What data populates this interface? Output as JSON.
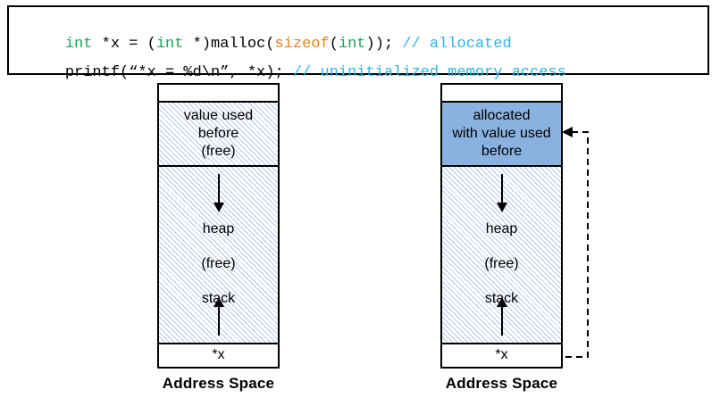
{
  "code": {
    "line1": {
      "segments": [
        {
          "text": "int",
          "style": "keyword"
        },
        {
          "text": " *x = (",
          "style": "plain"
        },
        {
          "text": "int",
          "style": "keyword"
        },
        {
          "text": " *)malloc(",
          "style": "plain"
        },
        {
          "text": "sizeof",
          "style": "func"
        },
        {
          "text": "(",
          "style": "plain"
        },
        {
          "text": "int",
          "style": "keyword"
        },
        {
          "text": "));",
          "style": "plain"
        },
        {
          "text": " // allocated",
          "style": "comment"
        }
      ],
      "plain_text": "int *x = (int *)malloc(sizeof(int)); // allocated"
    },
    "line2": {
      "segments": [
        {
          "text": "printf(“*x = %d\\n”, *x);",
          "style": "plain"
        },
        {
          "text": " // uninitialized memory access",
          "style": "comment"
        }
      ],
      "plain_text": "printf(“*x = %d\\n”, *x); // uninitialized memory access"
    }
  },
  "colors": {
    "keyword": "#18a558",
    "function": "#e8821a",
    "comment": "#2bb3e8",
    "plain": "#000000",
    "allocated_block": "#8ab2e0",
    "hatch_line": "#b9c4ec",
    "border": "#000000",
    "background": "#ffffff"
  },
  "diagrams": [
    {
      "id": "before",
      "caption": "Address Space",
      "cells": [
        {
          "name": "top-empty",
          "fill": "white",
          "lines": []
        },
        {
          "name": "freed-region",
          "fill": "hatched",
          "lines": [
            "value used",
            "before",
            "(free)"
          ]
        },
        {
          "name": "heap-stack-region",
          "fill": "hatched",
          "lines": [
            "heap",
            "(free)",
            "stack"
          ]
        },
        {
          "name": "pointer-cell",
          "fill": "white",
          "lines": [
            "*x"
          ]
        }
      ],
      "arrows": [
        {
          "name": "heap-growth-arrow",
          "direction": "down"
        },
        {
          "name": "stack-growth-arrow",
          "direction": "up"
        }
      ],
      "pointer_arrow": false
    },
    {
      "id": "after",
      "caption": "Address Space",
      "cells": [
        {
          "name": "top-empty",
          "fill": "white",
          "lines": []
        },
        {
          "name": "allocated-region",
          "fill": "solid-blue",
          "lines": [
            "allocated",
            "with value used",
            "before"
          ]
        },
        {
          "name": "heap-stack-region",
          "fill": "hatched",
          "lines": [
            "heap",
            "(free)",
            "stack"
          ]
        },
        {
          "name": "pointer-cell",
          "fill": "white",
          "lines": [
            "*x"
          ]
        }
      ],
      "arrows": [
        {
          "name": "heap-growth-arrow",
          "direction": "down"
        },
        {
          "name": "stack-growth-arrow",
          "direction": "up"
        }
      ],
      "pointer_arrow": true
    }
  ],
  "labels": {
    "value_used": "value used",
    "before": "before",
    "free": "(free)",
    "heap": "heap",
    "stack": "stack",
    "pointer_var": "*x",
    "allocated": "allocated",
    "with_value_used": "with value used",
    "address_space": "Address Space"
  }
}
